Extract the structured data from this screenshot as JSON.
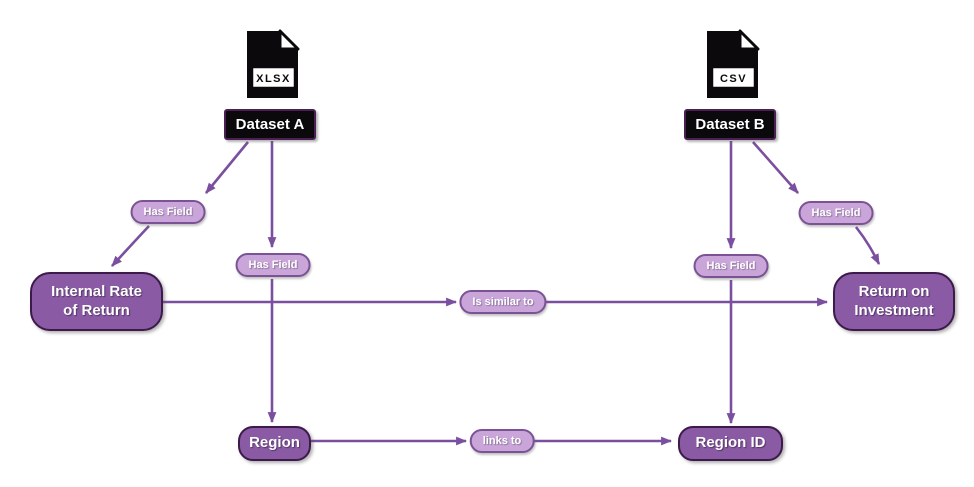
{
  "diagram": {
    "title": "dataset field relationship diagram",
    "background": "#ffffff",
    "colors": {
      "node_fill": "#8a5aa5",
      "node_border": "#3c1a4a",
      "pill_fill": "#c9a5da",
      "pill_border": "#7b5394",
      "edge_stroke": "#7b4fa0",
      "dataset_fill": "#0b090c",
      "dataset_border": "#4b2155",
      "text_light": "#ffffff"
    },
    "datasets": [
      {
        "id": "dataset-a",
        "label": "Dataset A",
        "file_type": "XLSX"
      },
      {
        "id": "dataset-b",
        "label": "Dataset B",
        "file_type": "CSV"
      }
    ],
    "nodes": [
      {
        "id": "internal-rate-of-return",
        "label": "Internal Rate of Return",
        "lines": [
          "Internal Rate",
          "of Return"
        ]
      },
      {
        "id": "return-on-investment",
        "label": "Return on Investment",
        "lines": [
          "Return on",
          "Investment"
        ]
      },
      {
        "id": "region",
        "label": "Region",
        "lines": [
          "Region"
        ]
      },
      {
        "id": "region-id",
        "label": "Region ID",
        "lines": [
          "Region ID"
        ]
      }
    ],
    "edges": [
      {
        "from": "Dataset A",
        "label": "Has Field",
        "to": "Internal Rate of Return"
      },
      {
        "from": "Dataset A",
        "label": "Has Field",
        "to": "Region"
      },
      {
        "from": "Dataset B",
        "label": "Has Field",
        "to": "Region ID"
      },
      {
        "from": "Dataset B",
        "label": "Has Field",
        "to": "Return on Investment"
      },
      {
        "from": "Internal Rate of Return",
        "label": "Is similar to",
        "to": "Return on Investment"
      },
      {
        "from": "Region",
        "label": "links to",
        "to": "Region ID"
      }
    ]
  }
}
